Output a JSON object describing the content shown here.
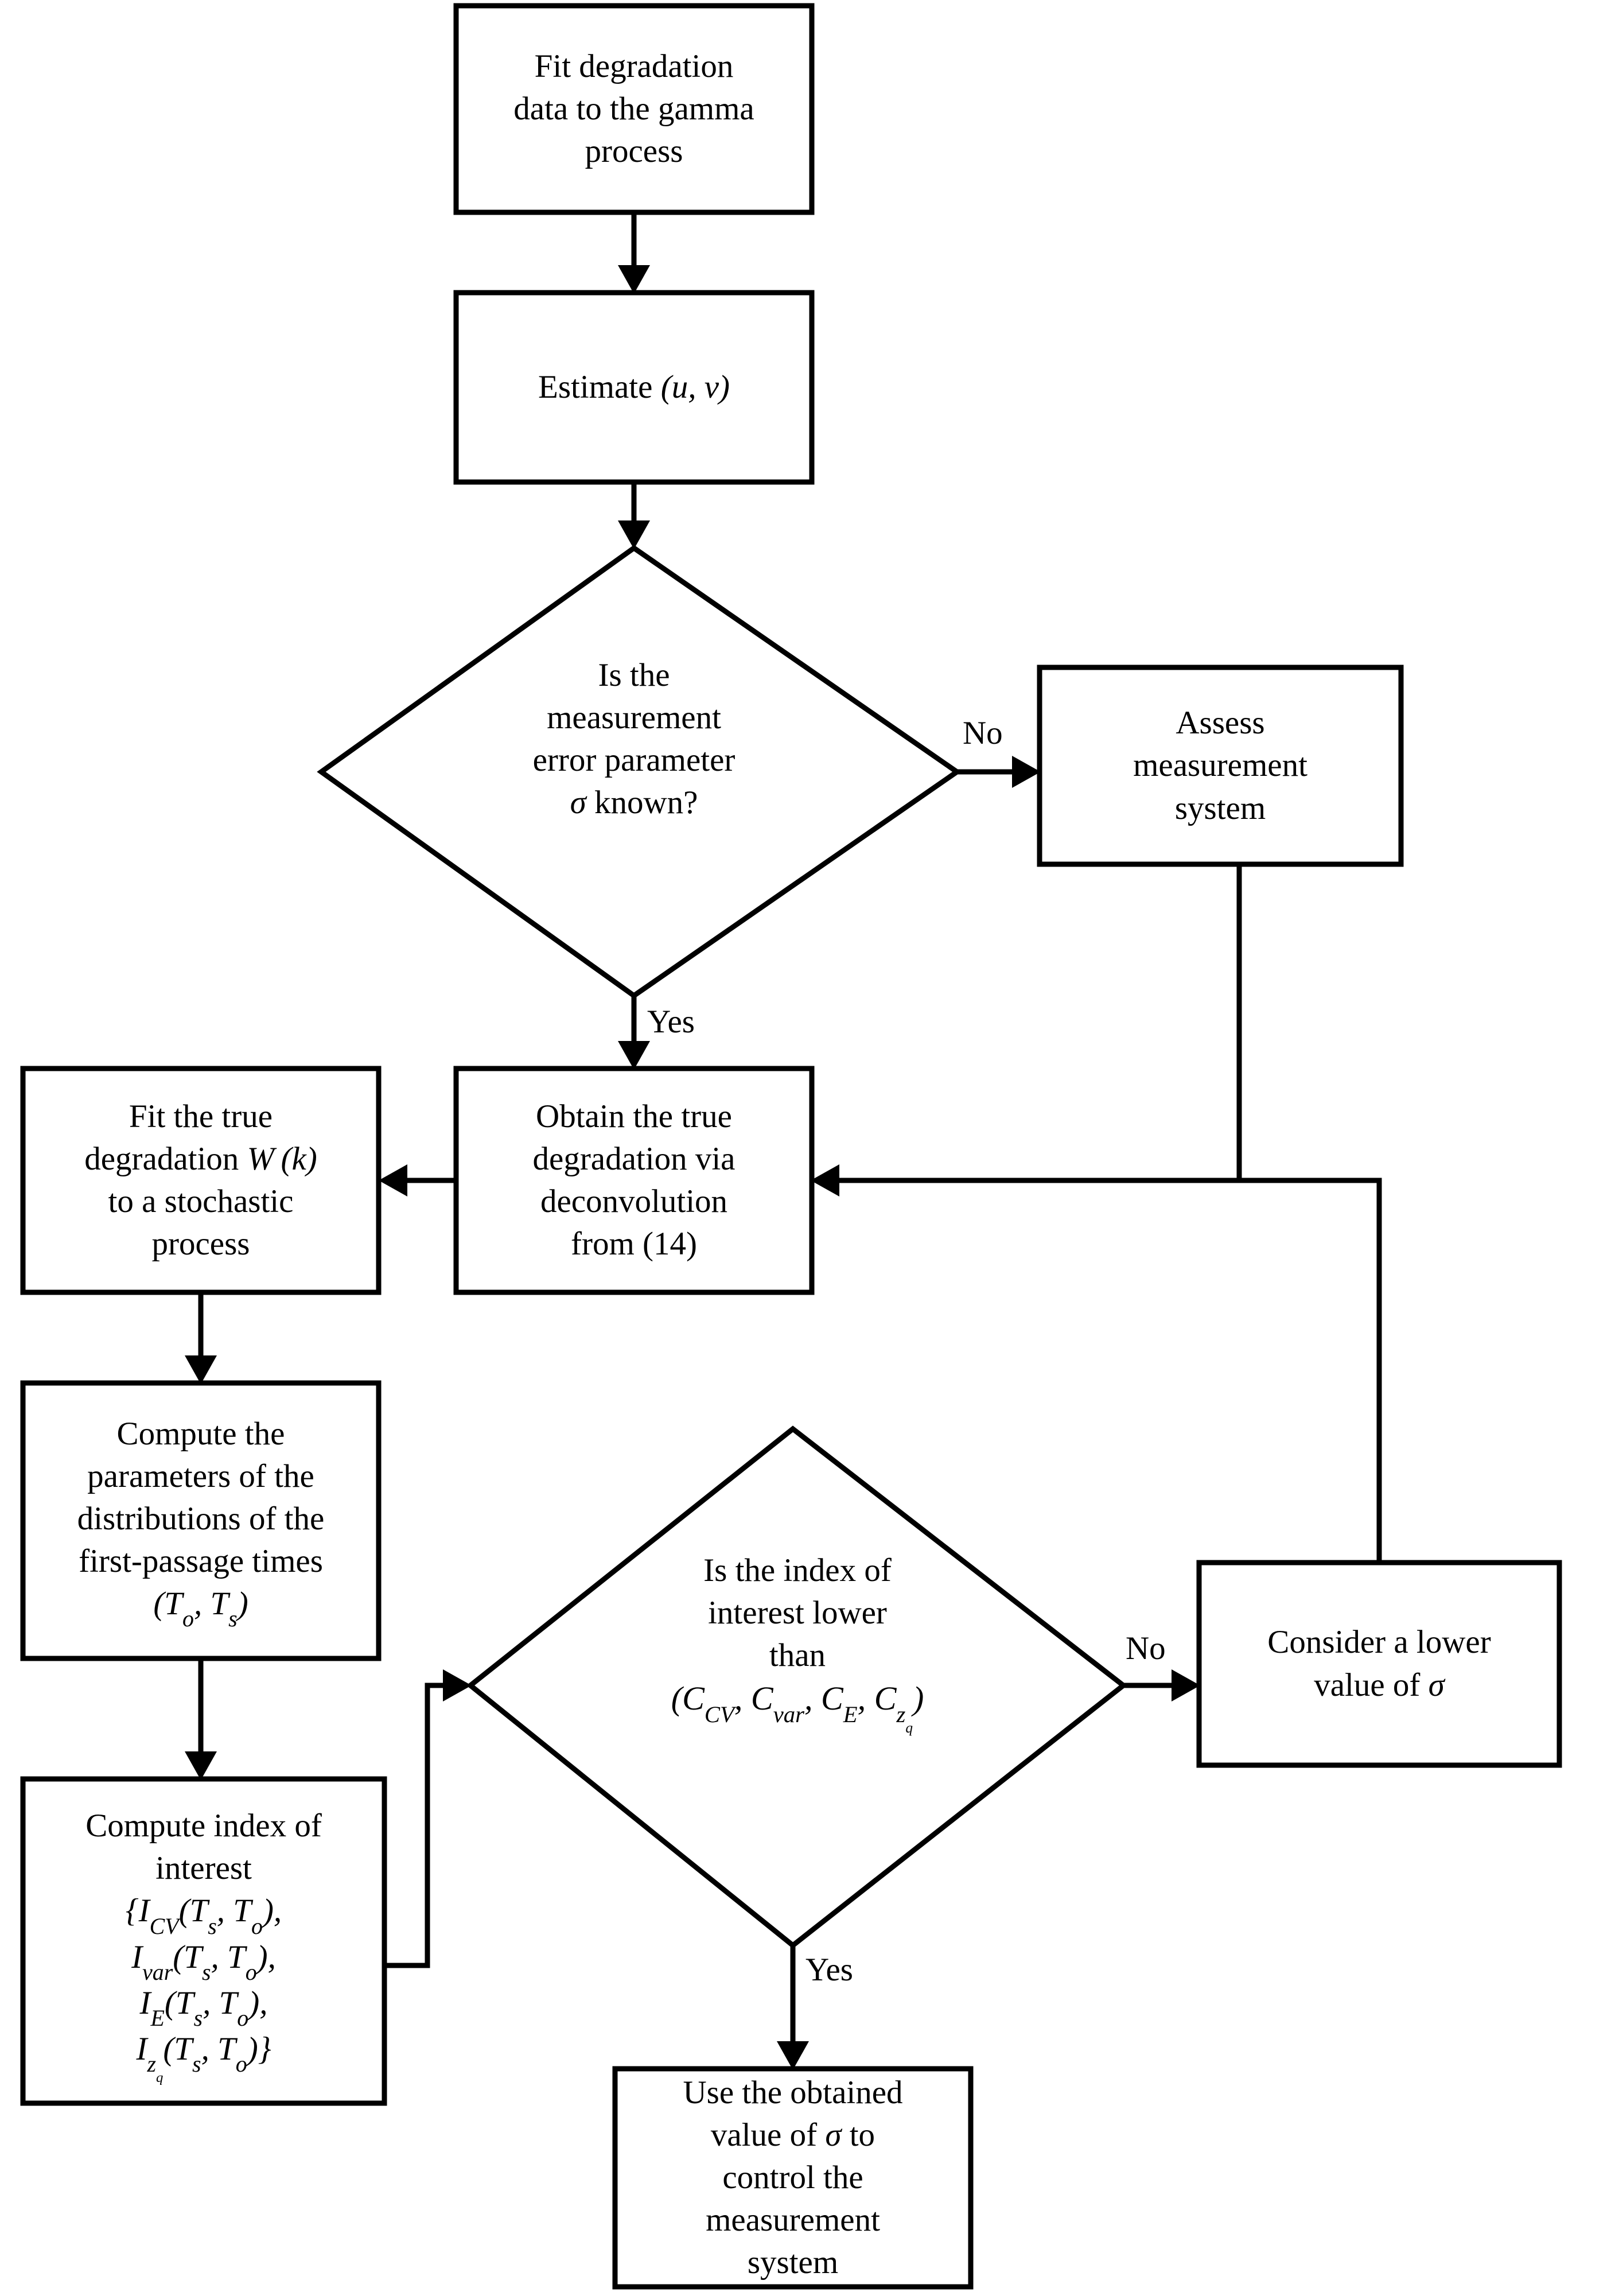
{
  "diagram": {
    "type": "flowchart",
    "title": "Measurement error / degradation analysis flowchart",
    "background_color": "#FFFFFF",
    "line_color": "#000000",
    "text_color": "#000000"
  },
  "nodes": {
    "fit_gamma": {
      "shape": "process",
      "lines": [
        "Fit degradation",
        "data to the gamma",
        "process"
      ],
      "text": "Fit degradation data to the gamma process"
    },
    "estimate_uv": {
      "shape": "process",
      "lines": [
        "Estimate (u, v)"
      ],
      "text": "Estimate (u, v)",
      "math": "(u, v)"
    },
    "sigma_known": {
      "shape": "decision",
      "lines": [
        "Is the",
        "measurement",
        "error parameter",
        "σ known?"
      ],
      "text": "Is the measurement error parameter σ known?"
    },
    "assess_system": {
      "shape": "process",
      "lines": [
        "Assess",
        "measurement",
        "system"
      ],
      "text": "Assess measurement system"
    },
    "obtain_true": {
      "shape": "process",
      "lines": [
        "Obtain the true",
        "degradation via",
        "deconvolution",
        "from (14)"
      ],
      "text": "Obtain the true degradation via deconvolution from (14)"
    },
    "fit_stochastic": {
      "shape": "process",
      "lines": [
        "Fit the true",
        "degradation W(k)",
        "to a stochastic",
        "process"
      ],
      "text": "Fit the true degradation W(k) to a stochastic process",
      "math": "W(k)"
    },
    "compute_params": {
      "shape": "process",
      "lines": [
        "Compute the",
        "parameters of the",
        "distributions of the",
        "first-passage times",
        "(To, Ts)"
      ],
      "text": "Compute the parameters of the distributions of the first-passage times (To, Ts)",
      "math": "(T_o, T_s)"
    },
    "compute_index": {
      "shape": "process",
      "lines": [
        "Compute index of",
        "interest",
        "{ICV(Ts, To),",
        "Ivar(Ts, To),",
        "IE(Ts, To),",
        "Izq(Ts, To)}"
      ],
      "text": "Compute index of interest {ICV(Ts,To), Ivar(Ts,To), IE(Ts,To), Izq(Ts,To)}",
      "math": "{I_CV(T_s,T_o), I_var(T_s,T_o), I_E(T_s,T_o), I_{z_q}(T_s,T_o)}"
    },
    "index_lower": {
      "shape": "decision",
      "lines": [
        "Is the index of",
        "interest lower",
        "than",
        "(CCV, Cvar, CE, Czq)"
      ],
      "text": "Is the index of interest lower than (CCV, Cvar, CE, Czq)",
      "math": "(C_CV, C_var, C_E, C_{z_q})"
    },
    "consider_lower": {
      "shape": "process",
      "lines": [
        "Consider a lower",
        "value of σ"
      ],
      "text": "Consider a lower value of σ"
    },
    "use_sigma": {
      "shape": "process",
      "lines": [
        "Use the obtained",
        "value of σ to",
        "control the",
        "measurement",
        "system"
      ],
      "text": "Use the obtained value of σ to control the measurement system"
    }
  },
  "edge_labels": {
    "sigma_no": "No",
    "sigma_yes": "Yes",
    "index_no": "No",
    "index_yes": "Yes"
  },
  "edges": [
    {
      "from": "fit_gamma",
      "to": "estimate_uv",
      "label": ""
    },
    {
      "from": "estimate_uv",
      "to": "sigma_known",
      "label": ""
    },
    {
      "from": "sigma_known",
      "to": "assess_system",
      "label": "No"
    },
    {
      "from": "sigma_known",
      "to": "obtain_true",
      "label": "Yes"
    },
    {
      "from": "assess_system",
      "to": "obtain_true",
      "label": ""
    },
    {
      "from": "obtain_true",
      "to": "fit_stochastic",
      "label": ""
    },
    {
      "from": "fit_stochastic",
      "to": "compute_params",
      "label": ""
    },
    {
      "from": "compute_params",
      "to": "compute_index",
      "label": ""
    },
    {
      "from": "compute_index",
      "to": "index_lower",
      "label": ""
    },
    {
      "from": "index_lower",
      "to": "consider_lower",
      "label": "No"
    },
    {
      "from": "index_lower",
      "to": "use_sigma",
      "label": "Yes"
    },
    {
      "from": "consider_lower",
      "to": "obtain_true",
      "label": ""
    }
  ]
}
